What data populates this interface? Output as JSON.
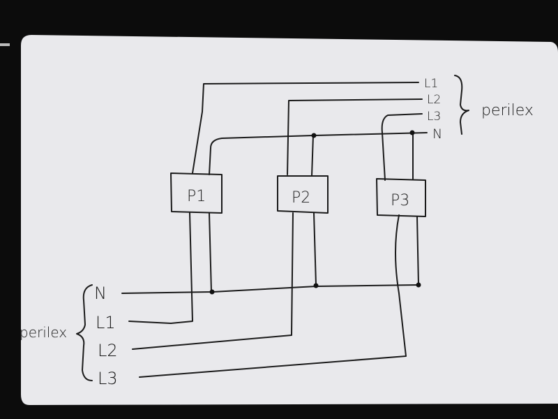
{
  "diagram": {
    "top_group": {
      "label": "perilex",
      "wires": [
        "L1",
        "L2",
        "L3",
        "N"
      ]
    },
    "bottom_group": {
      "label": "perilex",
      "wires": [
        "N",
        "L1",
        "L2",
        "L3"
      ]
    },
    "plugs": [
      "P1",
      "P2",
      "P3"
    ]
  }
}
